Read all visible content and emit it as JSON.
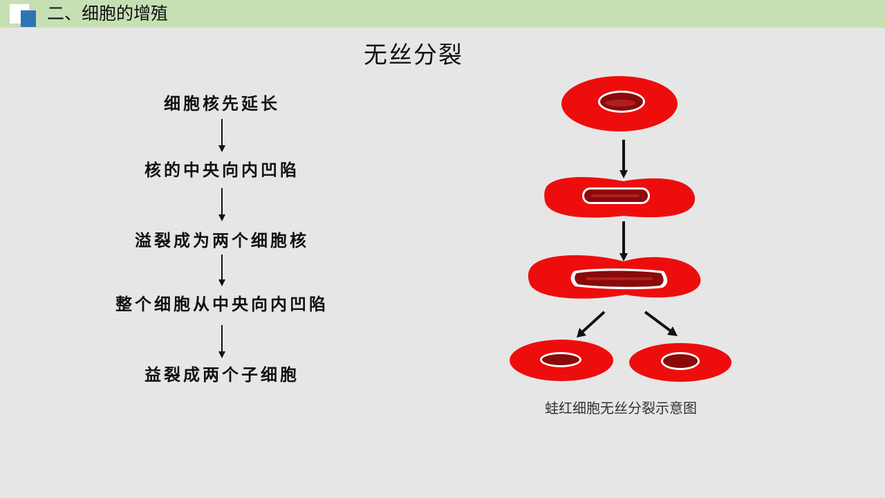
{
  "header": {
    "title": "二、细胞的增殖"
  },
  "slide": {
    "title": "无丝分裂"
  },
  "steps": [
    "细胞核先延长",
    "核的中央向内凹陷",
    "溢裂成为两个细胞核",
    "整个细胞从中央向内凹陷",
    "益裂成两个子细胞"
  ],
  "figure": {
    "caption": "蛙红细胞无丝分裂示意图",
    "cell_color": "#ee0d0d",
    "nucleus_color": "#8a0a0a"
  }
}
